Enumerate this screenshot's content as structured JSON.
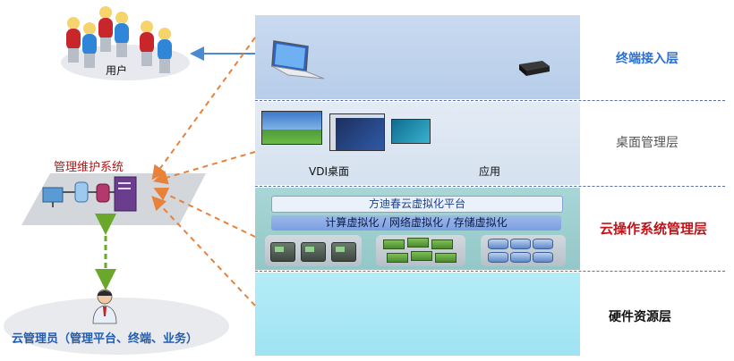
{
  "layers": {
    "terminal": "终端接入层",
    "desktop": "桌面管理层",
    "cloud_os": "云操作系统管理层",
    "hardware": "硬件资源层"
  },
  "desktop_captions": {
    "vdi": "VDI桌面",
    "apps": "应用"
  },
  "cloud": {
    "platform": "方迪春云虚拟化平台",
    "virtualization": "计算虚拟化 / 网络虚拟化 / 存储虚拟化"
  },
  "left": {
    "users": "用户",
    "mgmt_system": "管理维护系统",
    "admin": "云管理员（管理平台、终端、业务）"
  },
  "colors": {
    "terminal_label": "#2e6fcf",
    "desktop_label": "#555555",
    "cloud_label": "#c0141a",
    "hardware_label": "#111111",
    "orange_arrow": "#e8813a",
    "green_arrow": "#6aa82c",
    "blue_arrow": "#4a8ad0"
  }
}
